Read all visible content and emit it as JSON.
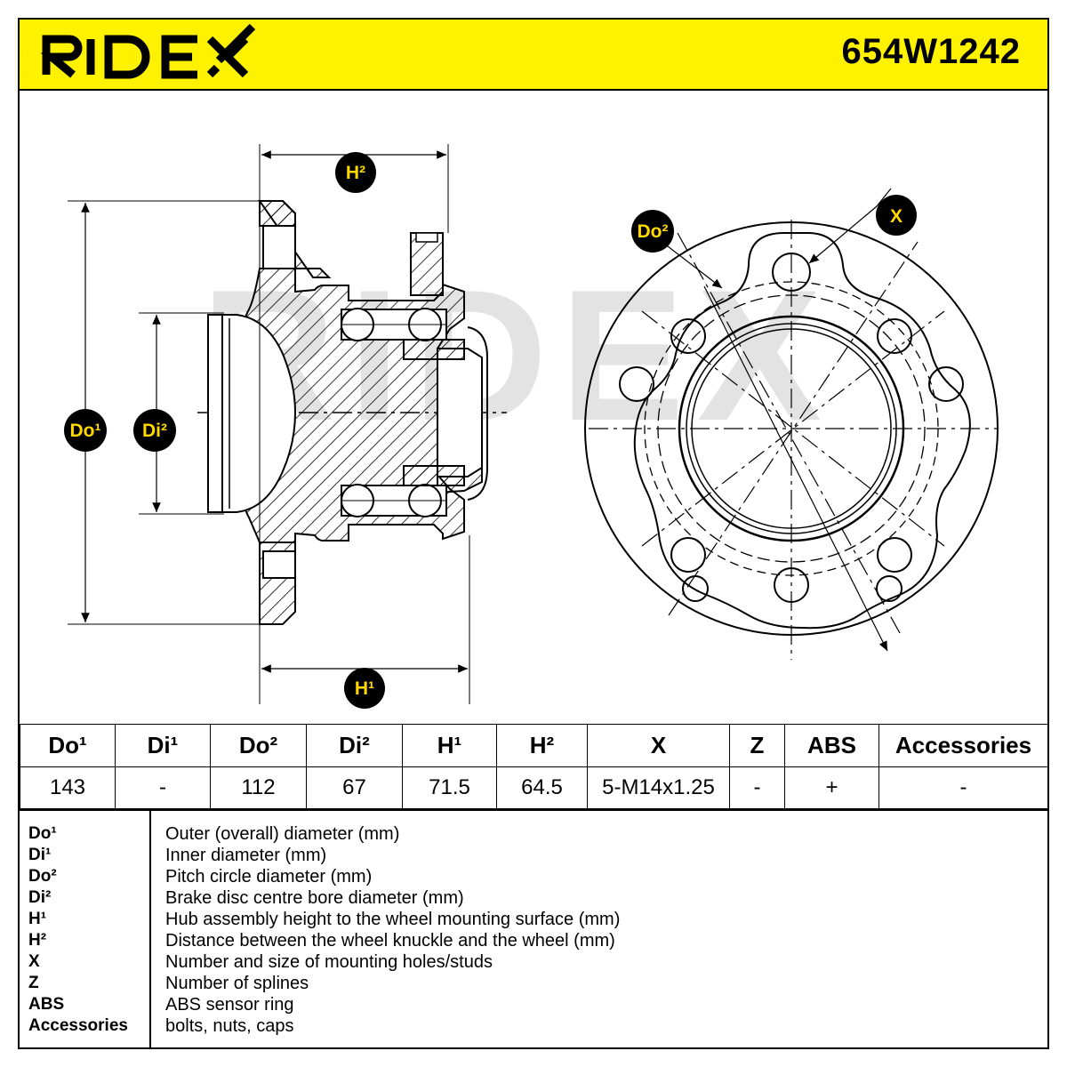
{
  "header": {
    "brand": "RIDEX",
    "part_number": "654W1242",
    "brand_color": "#ffed00"
  },
  "drawing": {
    "watermark": "RIDEX",
    "labels": {
      "h2": "H²",
      "h1": "H¹",
      "do1": "Do¹",
      "di2": "Di²",
      "do2": "Do²",
      "x": "X"
    }
  },
  "table": {
    "headers": [
      "Do¹",
      "Di¹",
      "Do²",
      "Di²",
      "H¹",
      "H²",
      "X",
      "Z",
      "ABS",
      "Accessories"
    ],
    "values": [
      "143",
      "-",
      "112",
      "67",
      "71.5",
      "64.5",
      "5-M14x1.25",
      "-",
      "+",
      "-"
    ]
  },
  "legend": [
    {
      "key": "Do¹",
      "text": "Outer (overall) diameter (mm)"
    },
    {
      "key": "Di¹",
      "text": "Inner diameter (mm)"
    },
    {
      "key": "Do²",
      "text": "Pitch circle diameter (mm)"
    },
    {
      "key": "Di²",
      "text": "Brake disc centre bore diameter (mm)"
    },
    {
      "key": "H¹",
      "text": "Hub assembly height to the wheel mounting surface (mm)"
    },
    {
      "key": "H²",
      "text": "Distance between the wheel knuckle and the wheel (mm)"
    },
    {
      "key": "X",
      "text": "Number and size of mounting holes/studs"
    },
    {
      "key": "Z",
      "text": "Number of splines"
    },
    {
      "key": "ABS",
      "text": "ABS sensor ring"
    },
    {
      "key": "Accessories",
      "text": "bolts, nuts, caps"
    }
  ]
}
